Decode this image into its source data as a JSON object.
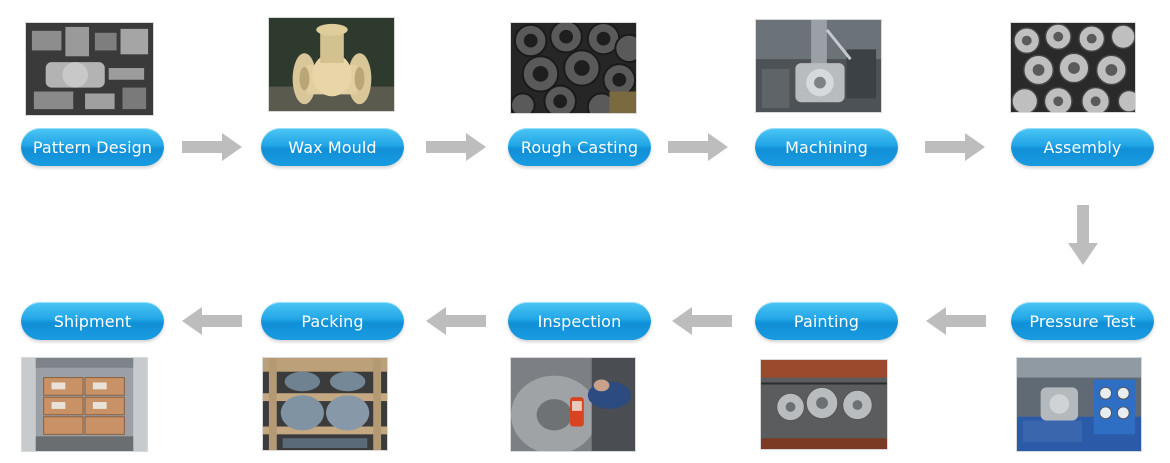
{
  "steps": [
    {
      "label": "Pattern Design",
      "icon": "pattern-design-photo"
    },
    {
      "label": "Wax Mould",
      "icon": "wax-mould-photo"
    },
    {
      "label": "Rough Casting",
      "icon": "rough-casting-photo"
    },
    {
      "label": "Machining",
      "icon": "machining-photo"
    },
    {
      "label": "Assembly",
      "icon": "assembly-photo"
    },
    {
      "label": "Pressure Test",
      "icon": "pressure-test-photo"
    },
    {
      "label": "Painting",
      "icon": "painting-photo"
    },
    {
      "label": "Inspection",
      "icon": "inspection-photo"
    },
    {
      "label": "Packing",
      "icon": "packing-photo"
    },
    {
      "label": "Shipment",
      "icon": "shipment-photo"
    }
  ],
  "colors": {
    "pill_top": "#4cc6f5",
    "pill_bottom": "#108fd6",
    "arrow": "#bdbdbd",
    "pill_text": "#ffffff"
  }
}
